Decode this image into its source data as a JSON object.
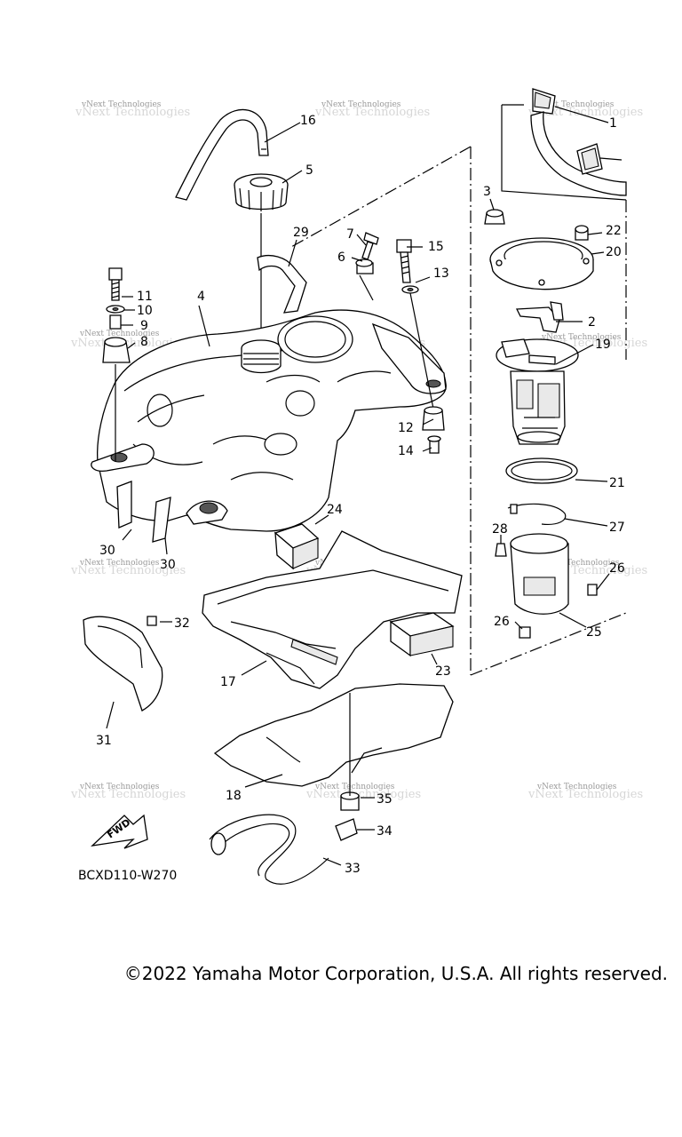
{
  "diagram_code": "BCXD110-W270",
  "fwd_label": "FWD",
  "copyright": "©2022 Yamaha Motor Corporation, U.S.A. All rights reserved.",
  "watermark": "vNext Technologies",
  "callouts": {
    "c1": "1",
    "c2": "2",
    "c3": "3",
    "c4": "4",
    "c5": "5",
    "c6": "6",
    "c7": "7",
    "c8": "8",
    "c9": "9",
    "c10": "10",
    "c11": "11",
    "c12": "12",
    "c13": "13",
    "c14": "14",
    "c15": "15",
    "c16": "16",
    "c17": "17",
    "c18": "18",
    "c19": "19",
    "c20": "20",
    "c21": "21",
    "c22": "22",
    "c23": "23",
    "c24": "24",
    "c25": "25",
    "c26a": "26",
    "c26b": "26",
    "c27": "27",
    "c28": "28",
    "c29": "29",
    "c30a": "30",
    "c30b": "30",
    "c31": "31",
    "c32": "32",
    "c33": "33",
    "c34": "34",
    "c35": "35"
  }
}
